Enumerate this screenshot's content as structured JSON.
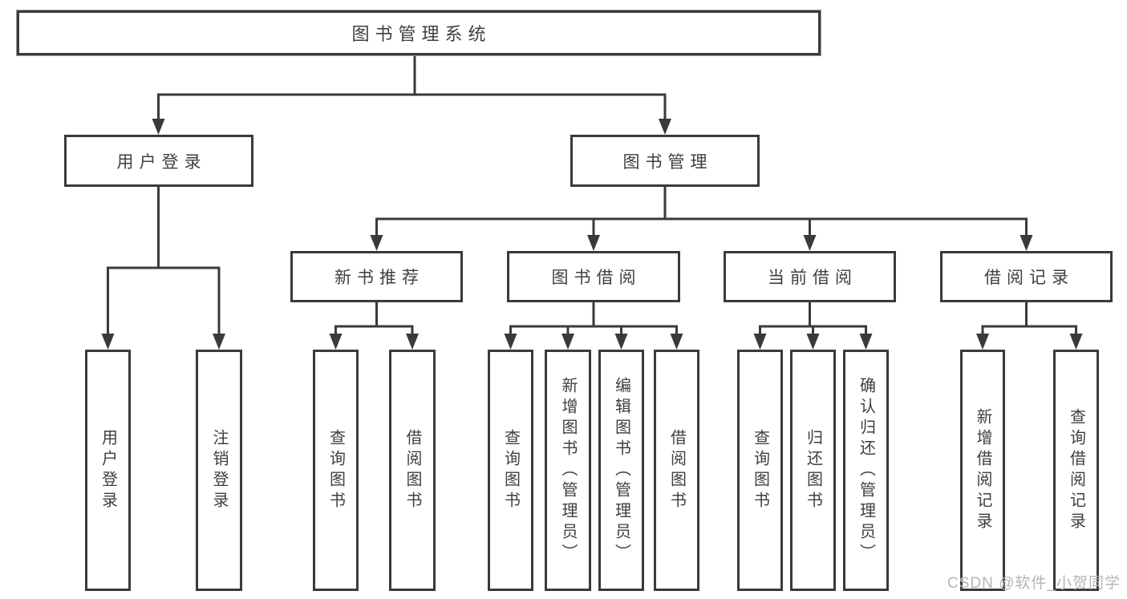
{
  "diagram": {
    "root": {
      "label": "图书管理系统"
    },
    "level2": [
      {
        "id": "user-login",
        "label": "用户登录"
      },
      {
        "id": "book-management",
        "label": "图书管理"
      }
    ],
    "level3": [
      {
        "id": "new-book-recommend",
        "label": "新书推荐"
      },
      {
        "id": "book-borrow",
        "label": "图书借阅"
      },
      {
        "id": "current-borrow",
        "label": "当前借阅"
      },
      {
        "id": "borrow-records",
        "label": "借阅记录"
      }
    ],
    "leaves": [
      {
        "parent": "用户登录",
        "label": "用户登录"
      },
      {
        "parent": "用户登录",
        "label": "注销登录"
      },
      {
        "parent": "新书推荐",
        "label": "查询图书"
      },
      {
        "parent": "新书推荐",
        "label": "借阅图书"
      },
      {
        "parent": "图书借阅",
        "label": "查询图书"
      },
      {
        "parent": "图书借阅",
        "label": "新增图书（管理员）"
      },
      {
        "parent": "图书借阅",
        "label": "编辑图书（管理员）"
      },
      {
        "parent": "图书借阅",
        "label": "借阅图书"
      },
      {
        "parent": "当前借阅",
        "label": "查询图书"
      },
      {
        "parent": "当前借阅",
        "label": "归还图书"
      },
      {
        "parent": "当前借阅",
        "label": "确认归还（管理员）"
      },
      {
        "parent": "借阅记录",
        "label": "新增借阅记录"
      },
      {
        "parent": "借阅记录",
        "label": "查询借阅记录"
      }
    ]
  },
  "watermark": {
    "text": "CSDN @软件_小贺同学"
  },
  "colors": {
    "line": "#3a3a3a",
    "text": "#3f3f3f",
    "watermark": "#b5b5b5",
    "background": "#ffffff"
  }
}
